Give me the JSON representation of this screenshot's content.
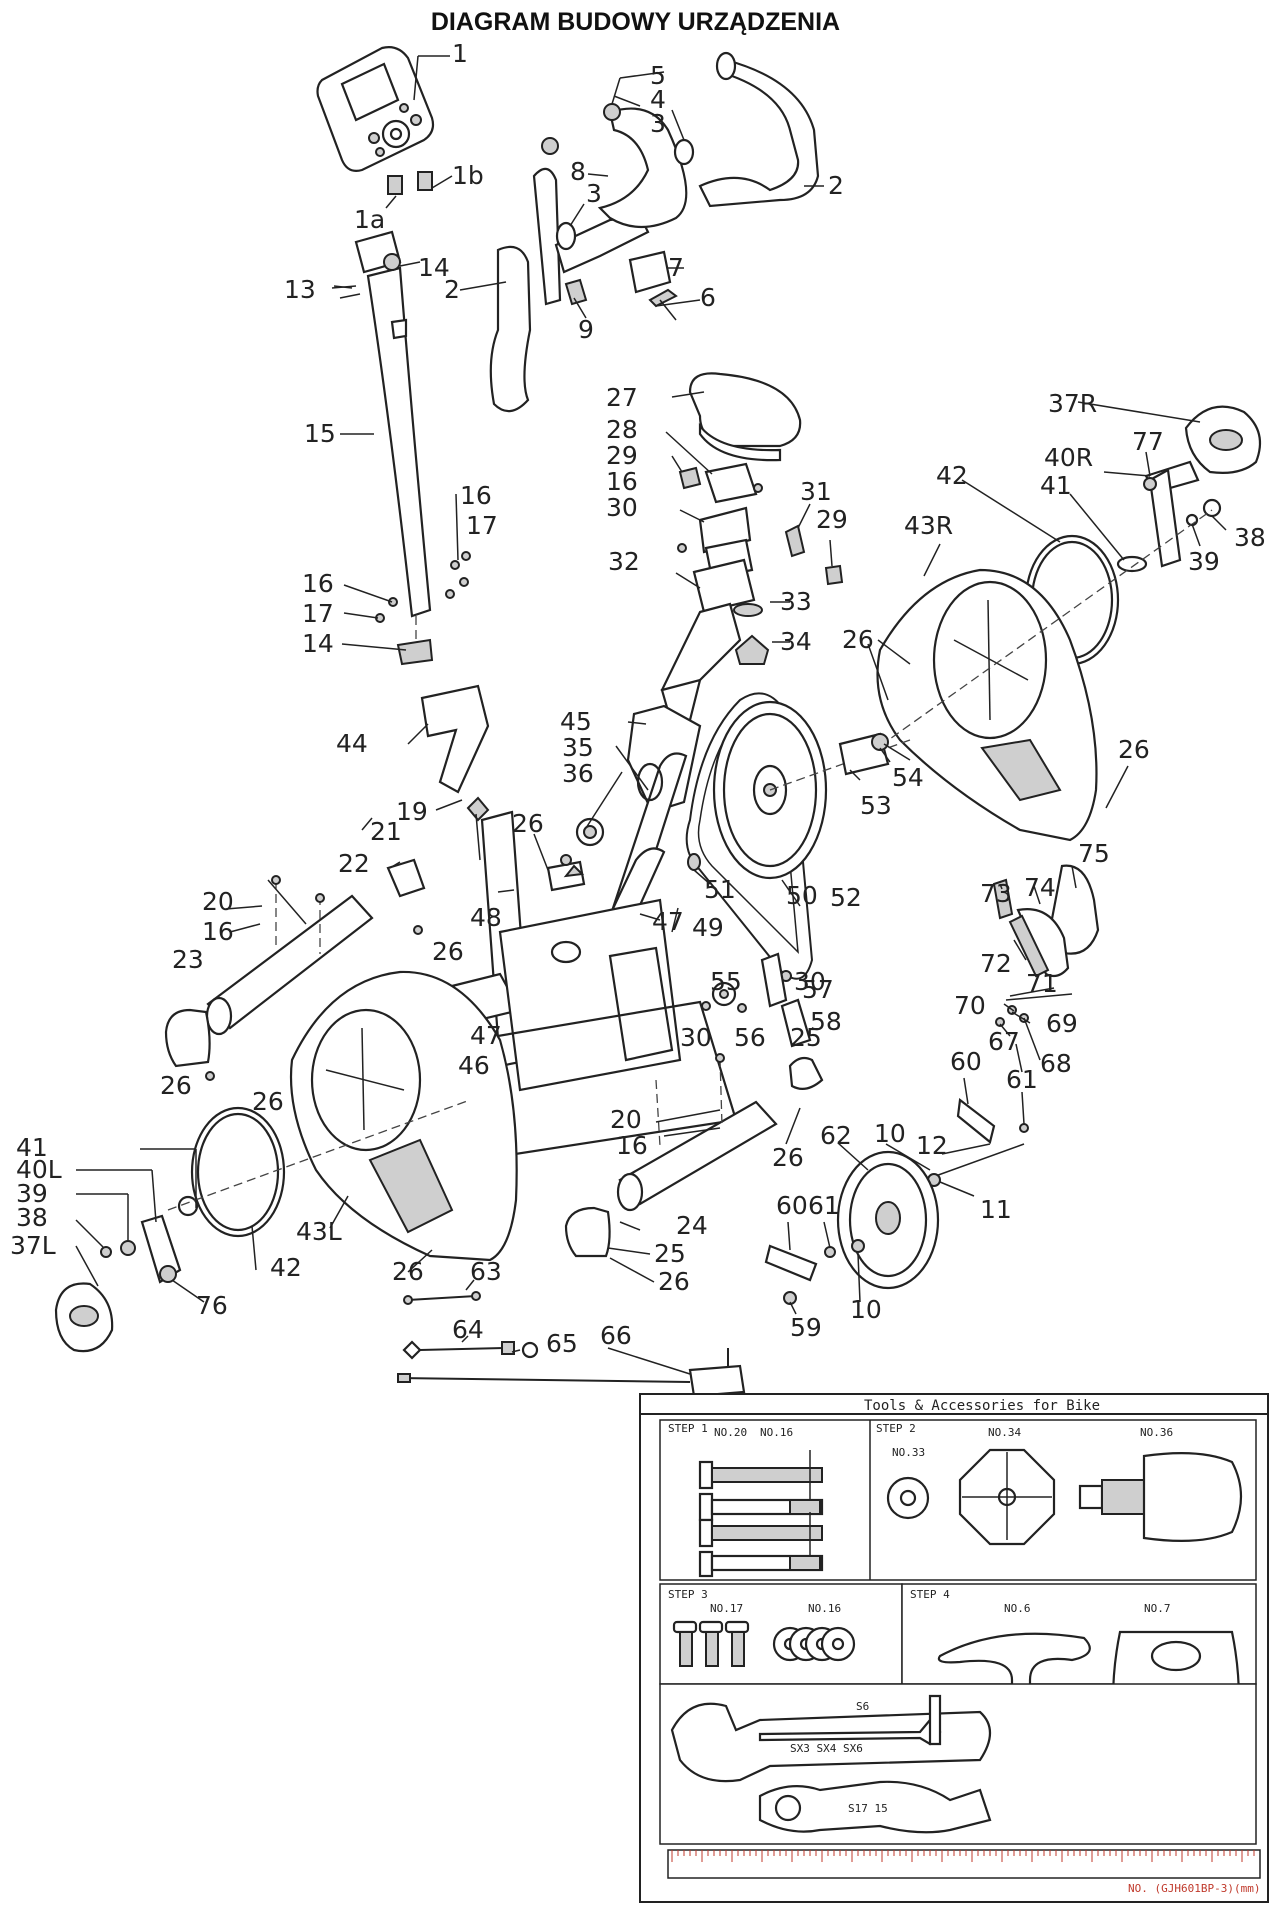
{
  "title": "DIAGRAM BUDOWY URZĄDZENIA",
  "labels": [
    "1",
    "1b",
    "1a",
    "5",
    "4",
    "3",
    "2",
    "8",
    "3",
    "7",
    "6",
    "9",
    "2",
    "14",
    "13",
    "15",
    "16",
    "17",
    "16",
    "17",
    "14",
    "27",
    "28",
    "29",
    "16",
    "30",
    "31",
    "29",
    "32",
    "33",
    "34",
    "37R",
    "77",
    "40R",
    "41",
    "38",
    "39",
    "42",
    "43R",
    "26",
    "26",
    "54",
    "53",
    "45",
    "35",
    "36",
    "44",
    "19",
    "26",
    "21",
    "22",
    "20",
    "16",
    "48",
    "26",
    "51",
    "47",
    "50",
    "52",
    "49",
    "23",
    "26",
    "47",
    "46",
    "55",
    "30",
    "57",
    "56",
    "58",
    "30",
    "73",
    "74",
    "75",
    "72",
    "71",
    "70",
    "69",
    "67",
    "68",
    "60",
    "61",
    "25",
    "12",
    "11",
    "10",
    "20",
    "16",
    "26",
    "62",
    "26",
    "41",
    "40L",
    "39",
    "38",
    "37L",
    "42",
    "43L",
    "26",
    "63",
    "76",
    "24",
    "25",
    "26",
    "60",
    "61",
    "59",
    "10",
    "64",
    "65",
    "66"
  ],
  "toolbox": {
    "title": "Tools & Accessories for Bike",
    "step1": "STEP 1",
    "step2": "STEP 2",
    "step3": "STEP 3",
    "step4": "STEP 4",
    "s1_no20": "NO.20",
    "s1_no16": "NO.16",
    "s2_no33": "NO.33",
    "s2_no34": "NO.34",
    "s2_no36": "NO.36",
    "s3_no17": "NO.17",
    "s3_no16": "NO.16",
    "s4_no6": "NO.6",
    "s4_no7": "NO.7",
    "wrench_s6": "S6",
    "wrench_hex": "SX3 SX4 SX6",
    "wrench_spanner": "S17 15",
    "footer": "NO. (GJH601BP-3)(mm)"
  }
}
